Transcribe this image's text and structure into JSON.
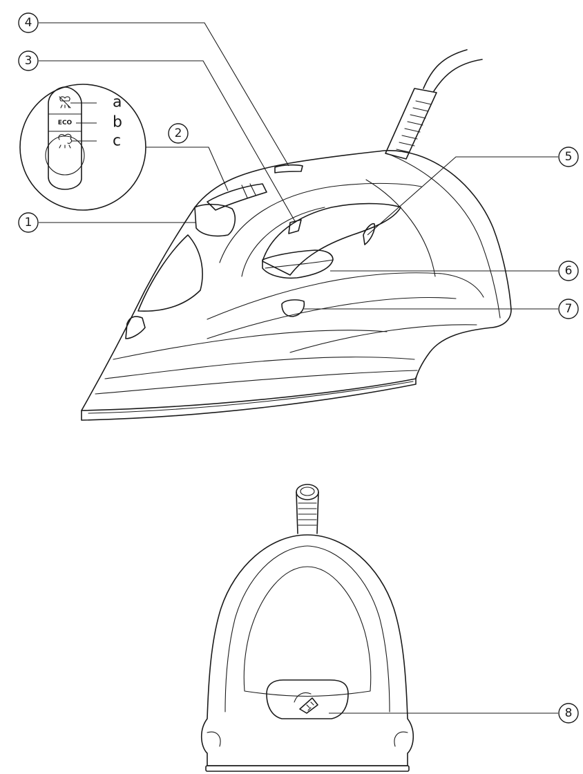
{
  "callouts": [
    {
      "id": "1",
      "label": "1"
    },
    {
      "id": "2",
      "label": "2"
    },
    {
      "id": "3",
      "label": "3"
    },
    {
      "id": "4",
      "label": "4"
    },
    {
      "id": "5",
      "label": "5"
    },
    {
      "id": "6",
      "label": "6"
    },
    {
      "id": "7",
      "label": "7"
    },
    {
      "id": "8",
      "label": "8"
    }
  ],
  "steam_selector": {
    "eco_label": "ECO",
    "positions": [
      {
        "letter": "a",
        "icon": "no-steam-icon"
      },
      {
        "letter": "b",
        "icon": "eco-steam"
      },
      {
        "letter": "c",
        "icon": "max-steam-icon"
      }
    ]
  },
  "base_icon": "calc-clean-icon"
}
